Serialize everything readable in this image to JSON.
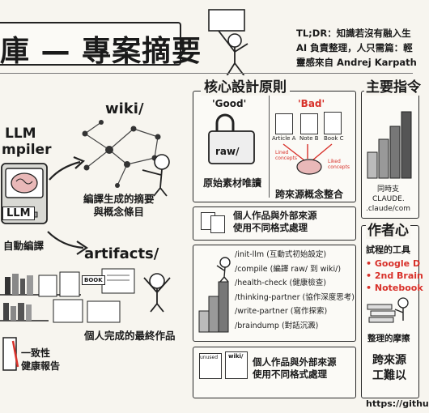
{
  "header": {
    "title": "庫 — 專案摘要",
    "tldr_lines": [
      "TL;DR：知識若沒有融入生",
      "AI 負責整理，人只需篇：輕",
      "靈感來自 Andrej Karpath"
    ]
  },
  "left": {
    "llm_compiler": [
      "LLM",
      "mpiler"
    ],
    "llm_badge": "LLM",
    "wiki_label": "wiki/",
    "wiki_caption": [
      "編譯生成的摘要",
      "與概念條目"
    ],
    "auto_compile": "自動編譯",
    "artifacts_label": "artifacts/",
    "book_label": "BOOK",
    "artifacts_caption": "個人完成的最終作品",
    "health_report": [
      "一致性",
      "健康報告"
    ]
  },
  "design": {
    "heading": "核心設計原則",
    "good_label": "'Good'",
    "bad_label": "'Bad'",
    "raw_label": "raw/",
    "good_caption": "原始素材唯讀",
    "articles": [
      "Article A",
      "Note B",
      "Book C"
    ],
    "linked_left": [
      "Lined",
      "concepts"
    ],
    "linked_right": [
      "Liked",
      "concepts"
    ],
    "bad_caption": "跨來源概念整合",
    "format_note": [
      "個人作品與外部來源",
      "使用不同格式處理"
    ]
  },
  "commands": {
    "items": [
      "/init-llm (互動式初始設定)",
      "/compile (編譯 raw/ 到 wiki/)",
      "/health-check (健康檢查)",
      "/thinking-partner (協作深度思考)",
      "/write-partner (寫作探索)",
      "/braindump (對話沉澱)"
    ]
  },
  "bottom_note": {
    "doc_left": "unused",
    "doc_right": "wiki/",
    "lines": [
      "個人作品與外部來源",
      "使用不同格式處理"
    ]
  },
  "main_cmd": {
    "heading": "主要指令",
    "caption_lines": [
      "同時支",
      "CLAUDE.",
      ".claude/com"
    ]
  },
  "author": {
    "heading": "作者心",
    "tools_label": "試程的工具",
    "tools": [
      "• Google D",
      "• 2nd Brain",
      "• Notebook"
    ],
    "friction": "整理的摩擦",
    "bottom_lines": [
      "跨來源",
      "工難以"
    ]
  },
  "footer": {
    "url": "https://githu"
  },
  "colors": {
    "accent": "#d8312a",
    "ink": "#1a1a1a",
    "paper": "#f7f5ef"
  }
}
